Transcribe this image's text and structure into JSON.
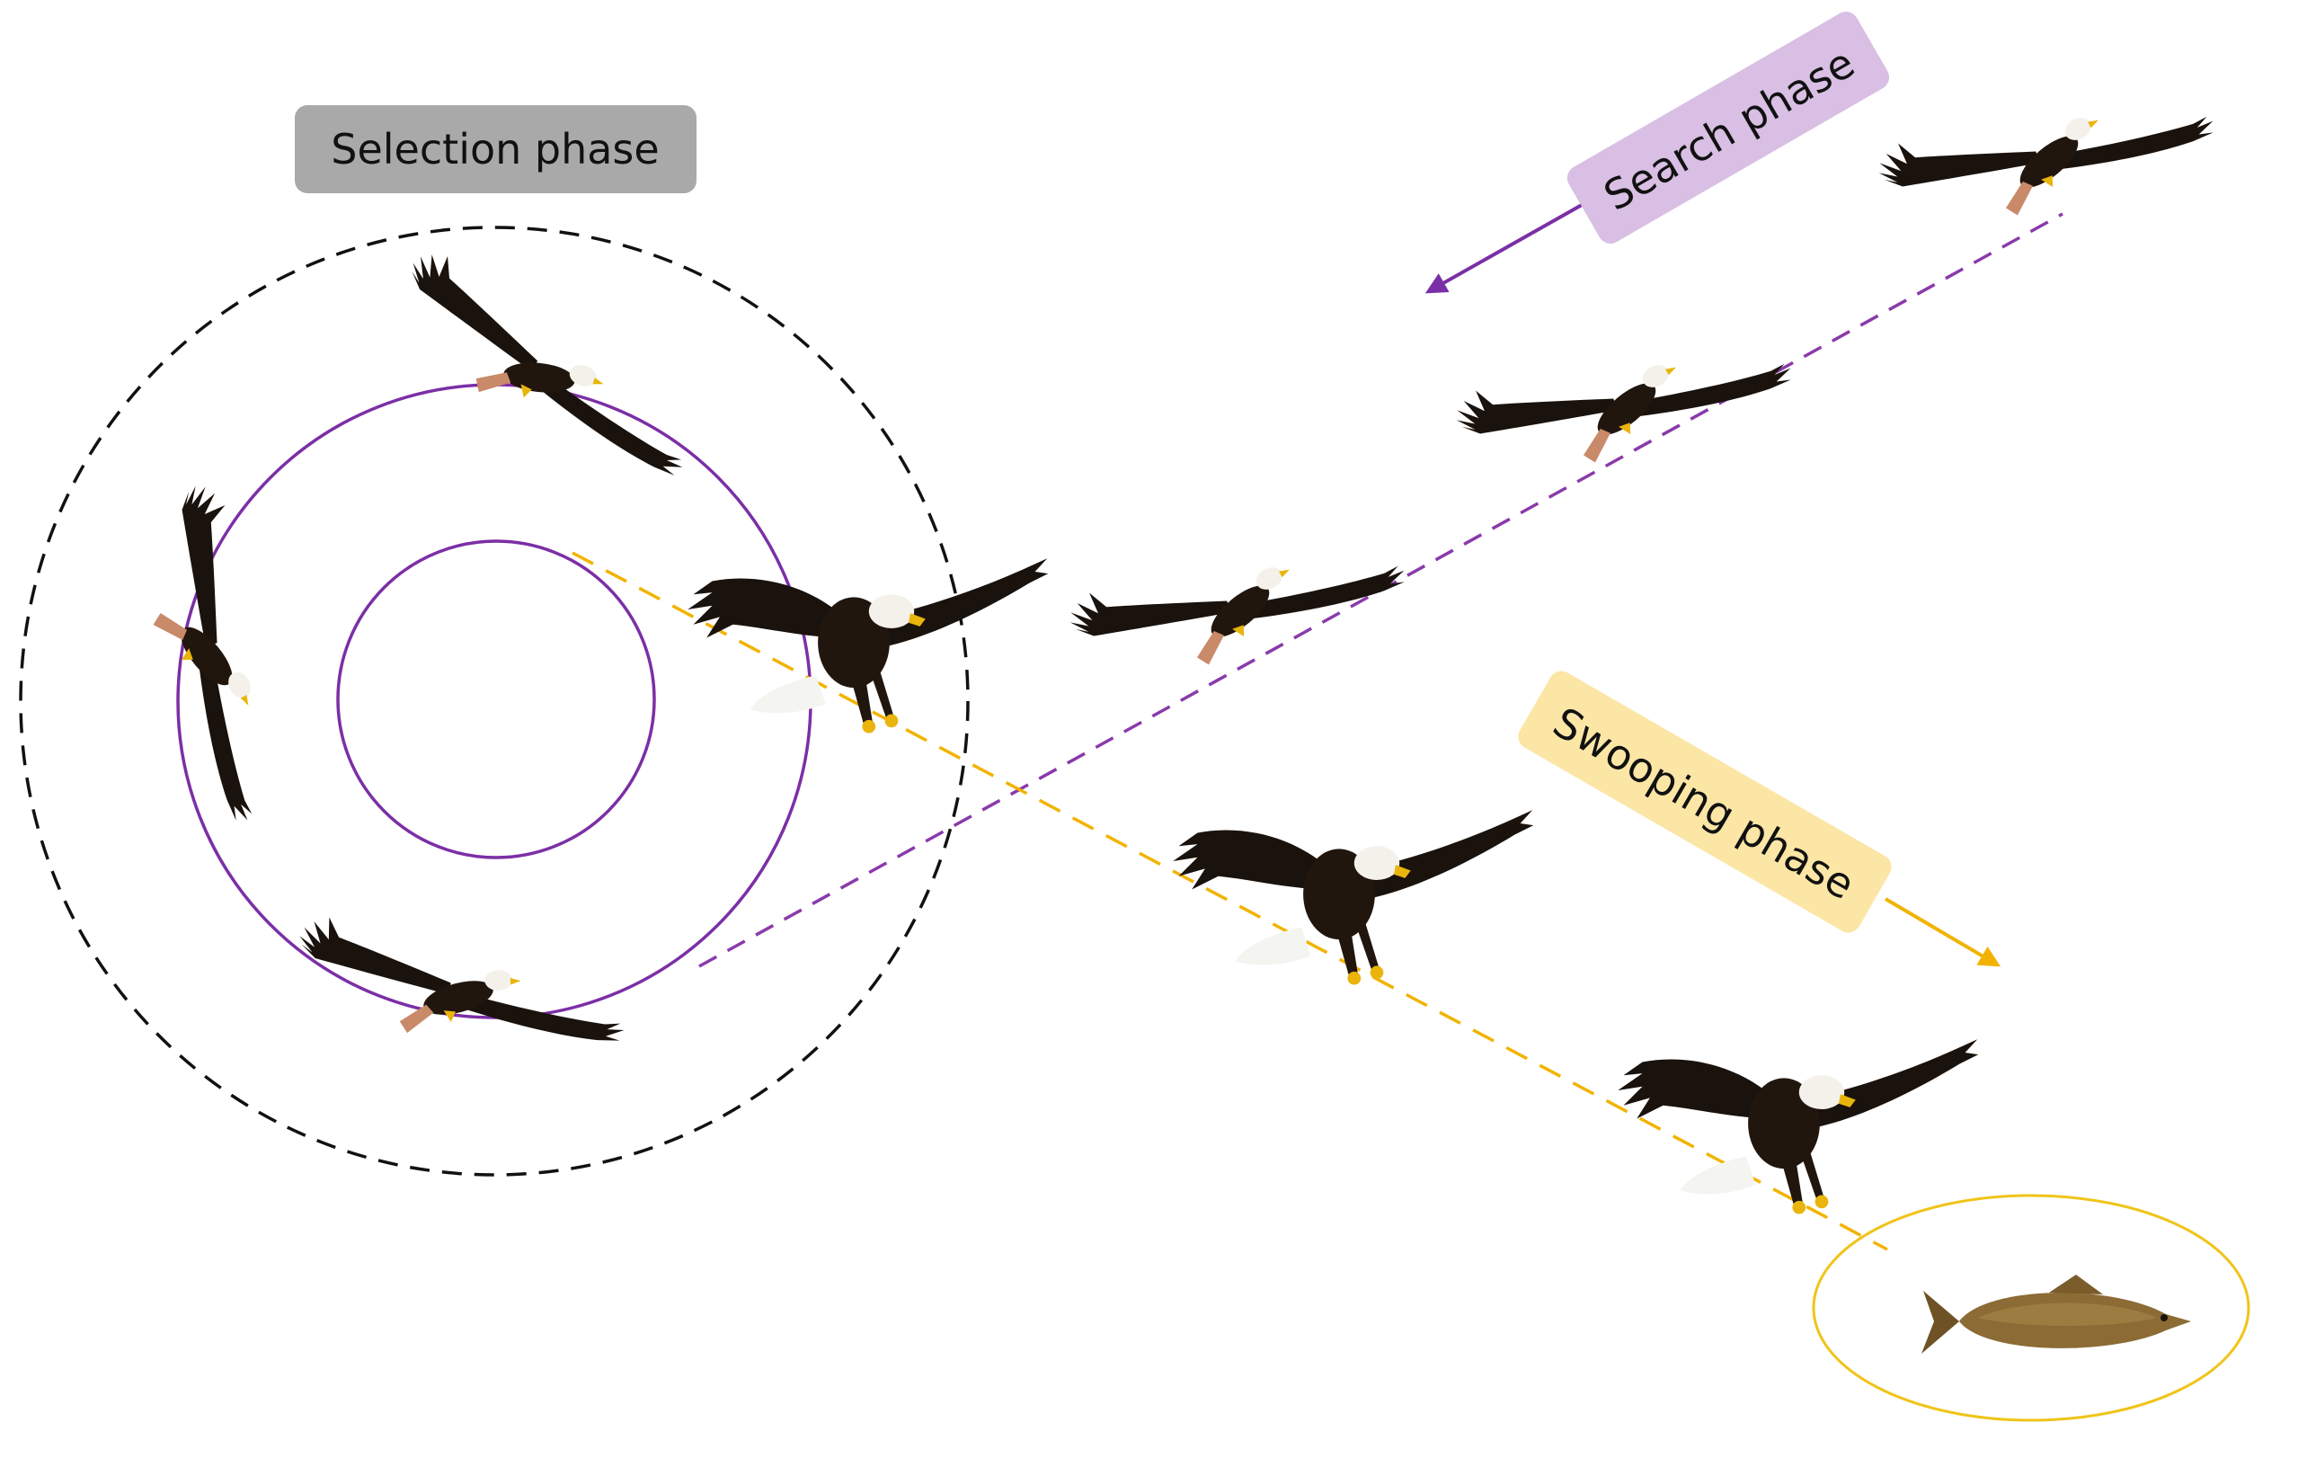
{
  "labels": {
    "selection": "Selection phase",
    "search": "Search phase",
    "swooping": "Swooping phase"
  },
  "colors": {
    "selection_box": "#a9a9a9",
    "search_box": "#d8bfe3",
    "swooping_box": "#fbe6a6",
    "orbit": "#7b2fa6",
    "search_path": "#8a3aaa",
    "swoop_path": "#f2b300",
    "boundary": "#111111",
    "prey_ellipse": "#f0c419",
    "eagle_body": "#1a120c",
    "eagle_head": "#f4f1ea",
    "eagle_beak": "#e9b40c",
    "eagle_tail": "#c98a6a",
    "fish_body": "#8c6b35"
  },
  "icons": {
    "eagle": "bald-eagle",
    "fish": "carp-fish"
  }
}
